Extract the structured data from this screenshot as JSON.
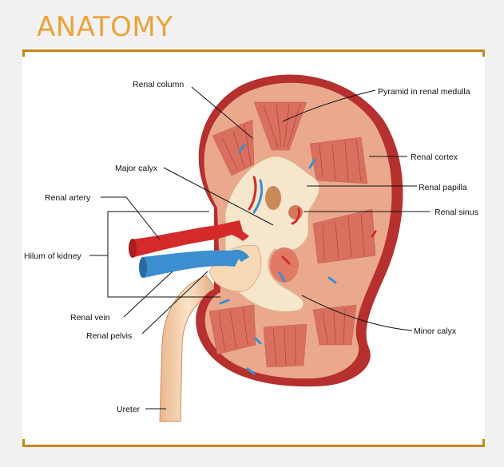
{
  "header": {
    "title": "ANATOMY"
  },
  "colors": {
    "accent": "#c7861b",
    "title": "#e8a33a",
    "cortex": "#e8a78a",
    "pyramid": "#d9705f",
    "capsule": "#b5302e",
    "sinus": "#f5e6cc",
    "artery": "#d42a2a",
    "vein": "#3b8fd0"
  },
  "diagram": {
    "labels": {
      "renal_column": "Renal column",
      "pyramid": "Pyramid in renal medulla",
      "major_calyx": "Major calyx",
      "renal_cortex": "Renal cortex",
      "renal_papilla": "Renal papilla",
      "renal_artery": "Renal artery",
      "renal_sinus": "Renal sinus",
      "hilum": "Hilum of kidney",
      "renal_vein": "Renal vein",
      "renal_pelvis": "Renal pelvis",
      "minor_calyx": "Minor calyx",
      "ureter": "Ureter"
    }
  }
}
